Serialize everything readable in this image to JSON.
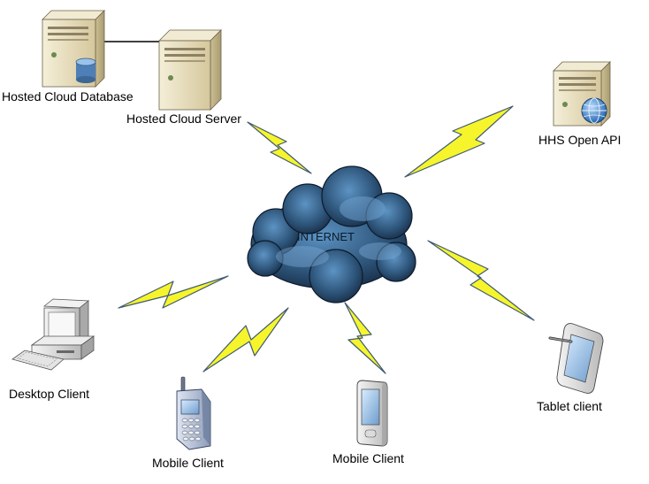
{
  "diagram": {
    "nodes": {
      "hosted_cloud_database": {
        "label": "Hosted Cloud Database",
        "icon": "database-server-icon"
      },
      "hosted_cloud_server": {
        "label": "Hosted Cloud Server",
        "icon": "server-icon"
      },
      "hhs_open_api": {
        "label": "HHS Open API",
        "icon": "web-server-globe-icon"
      },
      "internet": {
        "label": "INTERNET",
        "icon": "cloud-icon"
      },
      "desktop_client": {
        "label": "Desktop Client",
        "icon": "desktop-computer-icon"
      },
      "mobile_client_phone": {
        "label": "Mobile Client",
        "icon": "feature-phone-icon"
      },
      "mobile_client_pda": {
        "label": "Mobile Client",
        "icon": "pda-icon"
      },
      "tablet_client": {
        "label": "Tablet client",
        "icon": "tablet-with-stylus-icon"
      }
    },
    "connections": [
      {
        "from": "hosted_cloud_database",
        "to": "hosted_cloud_server",
        "type": "wired-line"
      },
      {
        "from": "hosted_cloud_server",
        "to": "internet",
        "type": "lightning-bolt"
      },
      {
        "from": "hhs_open_api",
        "to": "internet",
        "type": "lightning-bolt"
      },
      {
        "from": "desktop_client",
        "to": "internet",
        "type": "lightning-bolt"
      },
      {
        "from": "mobile_client_phone",
        "to": "internet",
        "type": "lightning-bolt"
      },
      {
        "from": "mobile_client_pda",
        "to": "internet",
        "type": "lightning-bolt"
      },
      {
        "from": "tablet_client",
        "to": "internet",
        "type": "lightning-bolt"
      }
    ],
    "colors": {
      "server_body": "#e9dfc0",
      "server_front": "#d8cba1",
      "bolt_fill": "#f6f52c",
      "bolt_stroke": "#3f5a74",
      "cloud_dark": "#1e3550",
      "cloud_light": "#4f86b6",
      "device_gray": "#c8c8c8"
    }
  }
}
